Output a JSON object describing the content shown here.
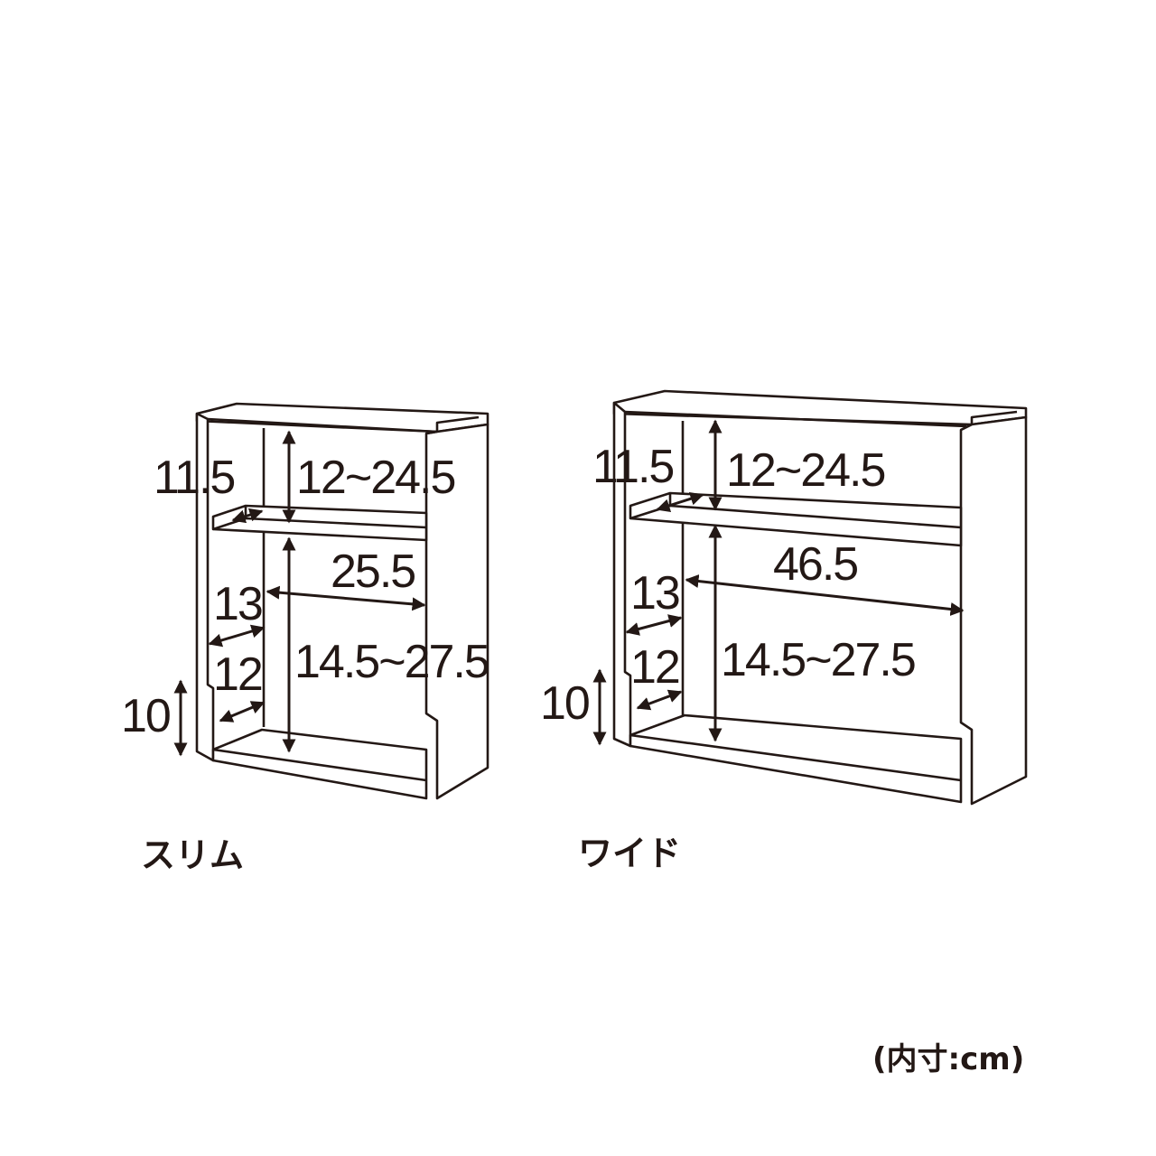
{
  "slim": {
    "name": "スリム",
    "labels": {
      "top_height": "11.5",
      "upper_range": "12~24.5",
      "width": "25.5",
      "depth_upper": "13",
      "lower_range": "14.5~27.5",
      "depth_lower": "12",
      "base_height": "10"
    }
  },
  "wide": {
    "name": "ワイド",
    "labels": {
      "top_height": "11.5",
      "upper_range": "12~24.5",
      "width": "46.5",
      "depth_upper": "13",
      "lower_range": "14.5~27.5",
      "depth_lower": "12",
      "base_height": "10"
    }
  },
  "unit_note": "(内寸:cm)",
  "colors": {
    "line": "#231815",
    "background": "#ffffff"
  }
}
